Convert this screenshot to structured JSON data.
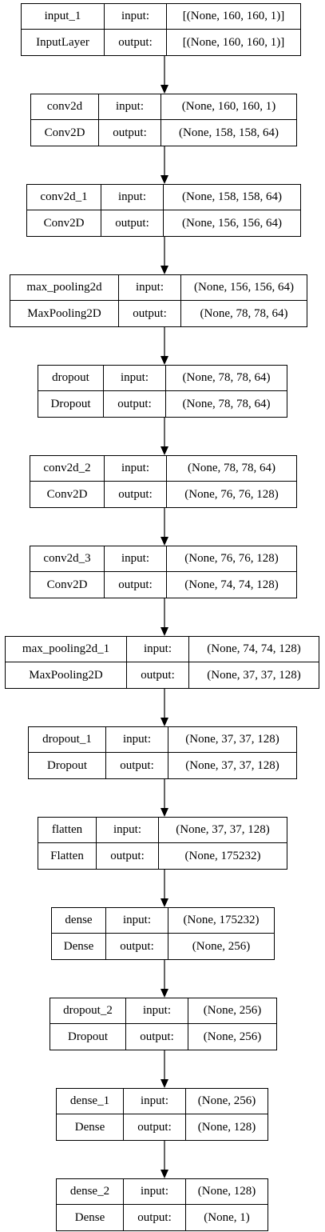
{
  "diagram": {
    "input_label": "input:",
    "output_label": "output:",
    "layers": [
      {
        "name": "input_1",
        "type": "InputLayer",
        "input_shape": "[(None, 160, 160, 1)]",
        "output_shape": "[(None, 160, 160, 1)]"
      },
      {
        "name": "conv2d",
        "type": "Conv2D",
        "input_shape": "(None, 160, 160, 1)",
        "output_shape": "(None, 158, 158, 64)"
      },
      {
        "name": "conv2d_1",
        "type": "Conv2D",
        "input_shape": "(None, 158, 158, 64)",
        "output_shape": "(None, 156, 156, 64)"
      },
      {
        "name": "max_pooling2d",
        "type": "MaxPooling2D",
        "input_shape": "(None, 156, 156, 64)",
        "output_shape": "(None, 78, 78, 64)"
      },
      {
        "name": "dropout",
        "type": "Dropout",
        "input_shape": "(None, 78, 78, 64)",
        "output_shape": "(None, 78, 78, 64)"
      },
      {
        "name": "conv2d_2",
        "type": "Conv2D",
        "input_shape": "(None, 78, 78, 64)",
        "output_shape": "(None, 76, 76, 128)"
      },
      {
        "name": "conv2d_3",
        "type": "Conv2D",
        "input_shape": "(None, 76, 76, 128)",
        "output_shape": "(None, 74, 74, 128)"
      },
      {
        "name": "max_pooling2d_1",
        "type": "MaxPooling2D",
        "input_shape": "(None, 74, 74, 128)",
        "output_shape": "(None, 37, 37, 128)"
      },
      {
        "name": "dropout_1",
        "type": "Dropout",
        "input_shape": "(None, 37, 37, 128)",
        "output_shape": "(None, 37, 37, 128)"
      },
      {
        "name": "flatten",
        "type": "Flatten",
        "input_shape": "(None, 37, 37, 128)",
        "output_shape": "(None, 175232)"
      },
      {
        "name": "dense",
        "type": "Dense",
        "input_shape": "(None, 175232)",
        "output_shape": "(None, 256)"
      },
      {
        "name": "dropout_2",
        "type": "Dropout",
        "input_shape": "(None, 256)",
        "output_shape": "(None, 256)"
      },
      {
        "name": "dense_1",
        "type": "Dense",
        "input_shape": "(None, 256)",
        "output_shape": "(None, 128)"
      },
      {
        "name": "dense_2",
        "type": "Dense",
        "input_shape": "(None, 128)",
        "output_shape": "(None, 1)"
      }
    ]
  }
}
